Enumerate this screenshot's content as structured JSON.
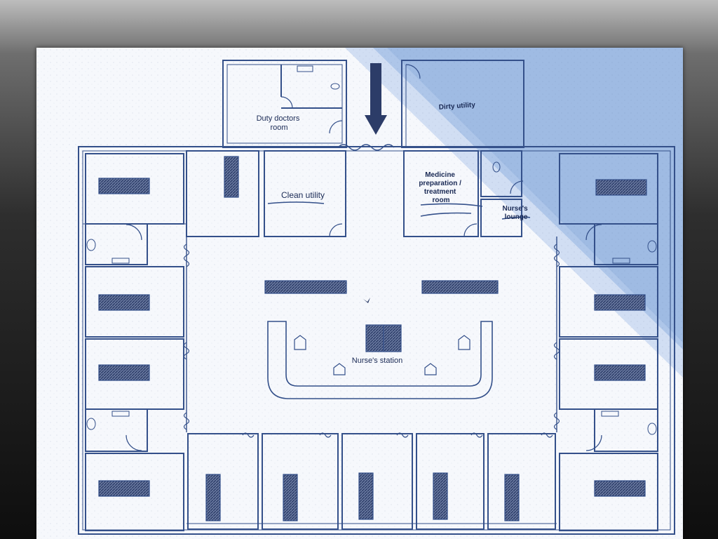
{
  "plan": {
    "rooms": {
      "duty_doctors": "Duty doctors\nroom",
      "dirty_utility": "Dirty utility",
      "clean_utility": "Clean utility",
      "medicine_prep": "Medicine\npreparation /\ntreatment\nroom",
      "nurses_lounge": "Nurse's\nlounge",
      "nurses_station": "Nurse's station"
    },
    "colors": {
      "paper": "#f6f8fc",
      "tint": "#8fb0de",
      "ink": "#34508a",
      "hatch": "#4a5c88"
    }
  }
}
